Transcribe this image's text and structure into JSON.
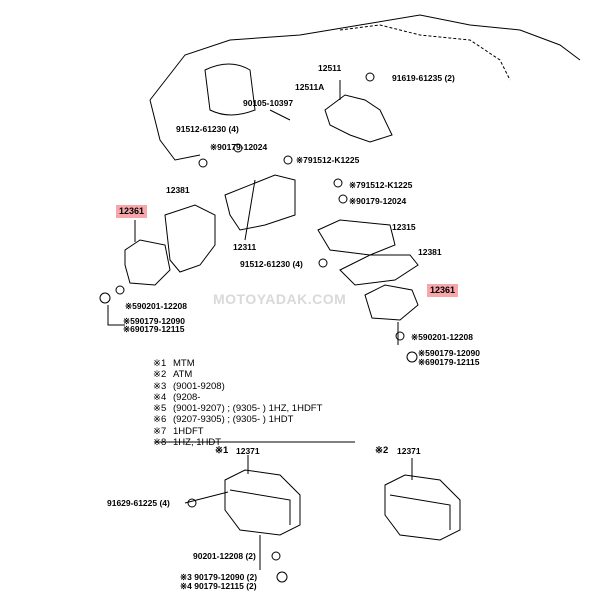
{
  "watermark": "MOTOYADAK.COM",
  "highlight_color": "#f7a6aa",
  "parts": {
    "p12511": "12511",
    "p12511A": "12511A",
    "p91619": "91619-61235 (2)",
    "p90105": "90105-10397",
    "p91512_top": "91512-61230 (4)",
    "p90179_12024_a": "※90179-12024",
    "p791512_a": "※791512-K1225",
    "p12381_left": "12381",
    "p12361_left": "12361",
    "p791512_b": "※791512-K1225",
    "p90179_12024_b": "※90179-12024",
    "p12315": "12315",
    "p12311": "12311",
    "p12381_right": "12381",
    "p91512_mid": "91512-61230 (4)",
    "p12361_right": "12361",
    "p590201_left": "※590201-12208",
    "p590179_12090_left": "※590179-12090",
    "p690179_12115_left": "※690179-12115",
    "p590201_right": "※590201-12208",
    "p590179_12090_right": "※590179-12090",
    "p690179_12115_right": "※690179-12115",
    "p12371_a": "12371",
    "p12371_b": "12371",
    "mark_1": "※1",
    "mark_2": "※2",
    "p91629": "91629-61225 (4)",
    "p90201_bottom": "90201-12208 (2)",
    "p90179_12090_bottom": "※3 90179-12090 (2)",
    "p90179_12115_bottom": "※4 90179-12115 (2)"
  },
  "notes": [
    {
      "key": "※1",
      "text": "MTM"
    },
    {
      "key": "※2",
      "text": "ATM"
    },
    {
      "key": "※3",
      "text": "(9001-9208)"
    },
    {
      "key": "※4",
      "text": "(9208-"
    },
    {
      "key": "※5",
      "text": "(9001-9207) ; (9305-         ) 1HZ, 1HDFT"
    },
    {
      "key": "※6",
      "text": "(9207-9305) ; (9305-         ) 1HDT"
    },
    {
      "key": "※7",
      "text": "1HDFT"
    },
    {
      "key": "※8",
      "text": "1HZ, 1HDT"
    }
  ]
}
